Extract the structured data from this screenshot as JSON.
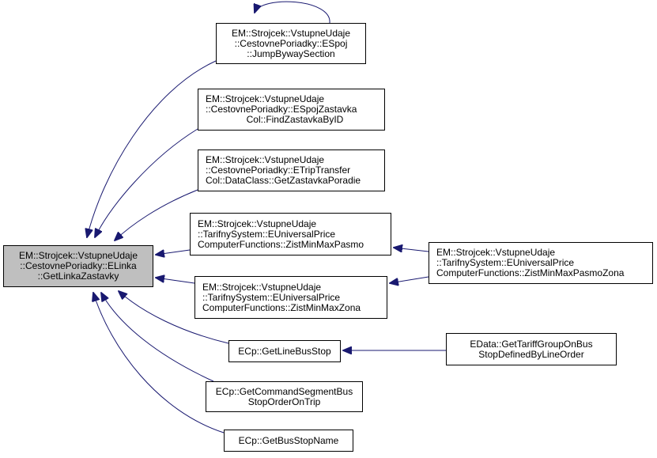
{
  "diagram": {
    "type": "caller-graph",
    "colors": {
      "edge": "#191970",
      "main_fill": "#bfbfbf",
      "node_fill": "#ffffff",
      "border": "#000000"
    },
    "nodes": [
      {
        "id": "main",
        "lines": [
          "EM::Strojcek::VstupneUdaje",
          "::CestovnePoriadky::ELinka",
          "::GetLinkaZastavky"
        ],
        "highlighted": true
      },
      {
        "id": "jump",
        "lines": [
          "EM::Strojcek::VstupneUdaje",
          "::CestovnePoriadky::ESpoj",
          "::JumpBywaySection"
        ]
      },
      {
        "id": "find",
        "lines": [
          "EM::Strojcek::VstupneUdaje",
          "::CestovnePoriadky::ESpojZastavka",
          "Col::FindZastavkaByID"
        ]
      },
      {
        "id": "poradie",
        "lines": [
          "EM::Strojcek::VstupneUdaje",
          "::CestovnePoriadky::ETripTransfer",
          "Col::DataClass::GetZastavkaPoradie"
        ]
      },
      {
        "id": "pasmo",
        "lines": [
          "EM::Strojcek::VstupneUdaje",
          "::TarifnySystem::EUniversalPrice",
          "ComputerFunctions::ZistMinMaxPasmo"
        ]
      },
      {
        "id": "zona",
        "lines": [
          "EM::Strojcek::VstupneUdaje",
          "::TarifnySystem::EUniversalPrice",
          "ComputerFunctions::ZistMinMaxZona"
        ]
      },
      {
        "id": "pasmozona",
        "lines": [
          "EM::Strojcek::VstupneUdaje",
          "::TarifnySystem::EUniversalPrice",
          "ComputerFunctions::ZistMinMaxPasmoZona"
        ]
      },
      {
        "id": "linebus",
        "lines": [
          "ECp::GetLineBusStop"
        ]
      },
      {
        "id": "command",
        "lines": [
          "ECp::GetCommandSegmentBus",
          "StopOrderOnTrip"
        ]
      },
      {
        "id": "busname",
        "lines": [
          "ECp::GetBusStopName"
        ]
      },
      {
        "id": "edata",
        "lines": [
          "EData::GetTariffGroupOnBus",
          "StopDefinedByLineOrder"
        ]
      }
    ],
    "edges": [
      {
        "from": "jump",
        "to": "main"
      },
      {
        "from": "jump",
        "to": "jump"
      },
      {
        "from": "find",
        "to": "main"
      },
      {
        "from": "poradie",
        "to": "main"
      },
      {
        "from": "pasmo",
        "to": "main"
      },
      {
        "from": "zona",
        "to": "main"
      },
      {
        "from": "linebus",
        "to": "main"
      },
      {
        "from": "command",
        "to": "main"
      },
      {
        "from": "busname",
        "to": "main"
      },
      {
        "from": "pasmozona",
        "to": "pasmo"
      },
      {
        "from": "pasmozona",
        "to": "zona"
      },
      {
        "from": "edata",
        "to": "linebus"
      }
    ]
  }
}
